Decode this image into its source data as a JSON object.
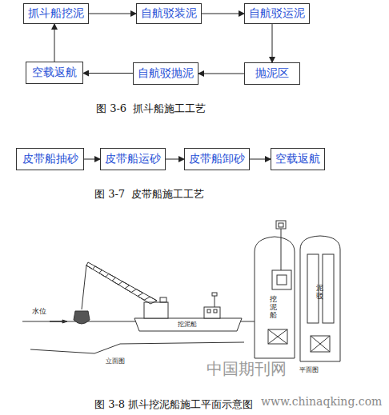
{
  "diagram": {
    "nodes": [
      {
        "text": [
          "抓斗船挖泥"
        ]
      },
      {
        "text": [
          "自航驳装泥"
        ]
      },
      {
        "text": [
          "自航驳运泥"
        ]
      },
      {
        "text": [
          "空载返航"
        ]
      },
      {
        "text": [
          "自航驳抛泥"
        ]
      },
      {
        "text": [
          "抛泥区"
        ]
      },
      {
        "text": [
          "皮带船抽砂"
        ]
      },
      {
        "text": [
          "皮带船运砂"
        ]
      },
      {
        "text": [
          "皮带船卸砂"
        ]
      },
      {
        "text": [
          "空载返航"
        ]
      }
    ],
    "edges": [
      {
        "from": 0,
        "to": 1,
        "arrow": "to"
      },
      {
        "from": 1,
        "to": 2,
        "arrow": "to"
      },
      {
        "from": 2,
        "to": 5,
        "arrow": "to"
      },
      {
        "from": 5,
        "to": 4,
        "arrow": "to"
      },
      {
        "from": 4,
        "to": 3,
        "arrow": "to"
      },
      {
        "from": 3,
        "to": 0,
        "arrow": "to"
      },
      {
        "from": 6,
        "to": 7,
        "arrow": "to"
      },
      {
        "from": 7,
        "to": 8,
        "arrow": "to"
      },
      {
        "from": 8,
        "to": 9,
        "arrow": "to"
      }
    ],
    "labels": [
      "图 3-6  抓斗船施工工艺",
      "图 3-7  皮带船施工工艺",
      "水位",
      "挖泥船",
      "立面图",
      "挖泥船",
      "泥驳",
      "平面图",
      "中国期刊网",
      "图 3-8 抓斗挖泥船施工平面示意图",
      "www.chinaqking.com"
    ]
  }
}
